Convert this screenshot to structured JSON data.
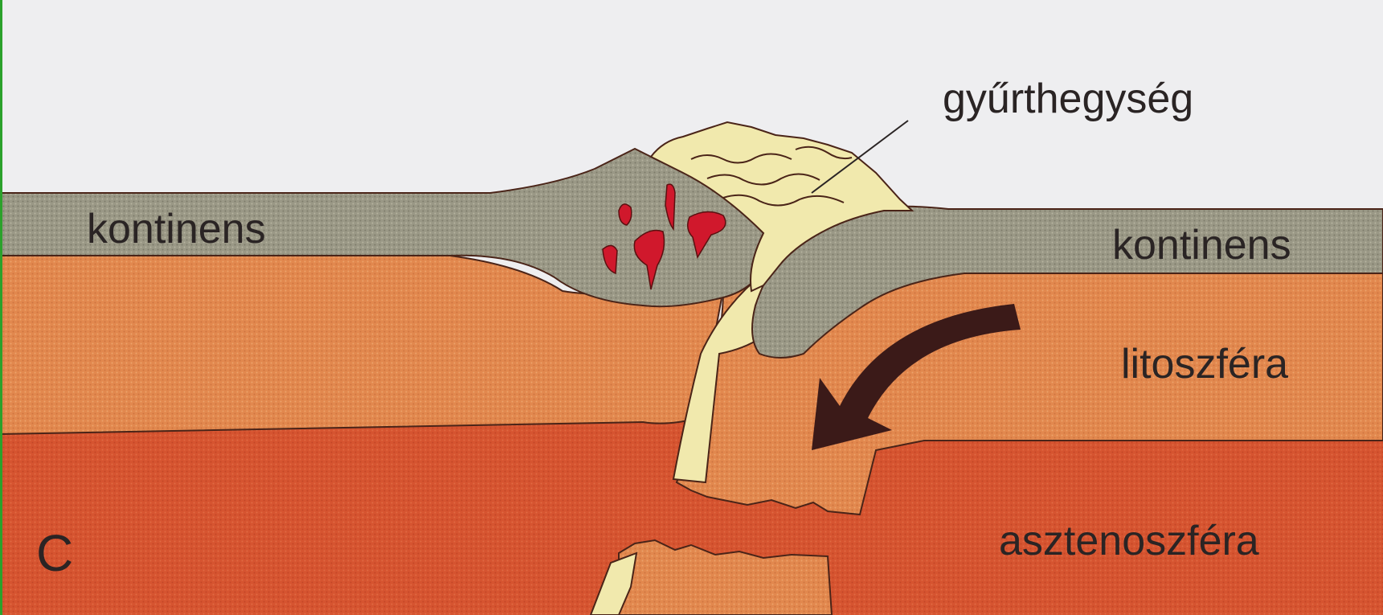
{
  "diagram": {
    "panel_letter": "C",
    "labels": {
      "mountain": "gyűrthegység",
      "continent_left": "kontinens",
      "continent_right": "kontinens",
      "lithosphere": "litoszféra",
      "asthenosphere": "asztenoszféra"
    },
    "colors": {
      "background": "#eeeef0",
      "continent": "#9a9886",
      "lithosphere": "#e2884e",
      "asthenosphere": "#d65430",
      "sediment": "#f1e9ad",
      "magma": "#d0182c",
      "arrow": "#3b1a18",
      "outline": "#4a2418",
      "frame": "#2ba12b"
    }
  }
}
